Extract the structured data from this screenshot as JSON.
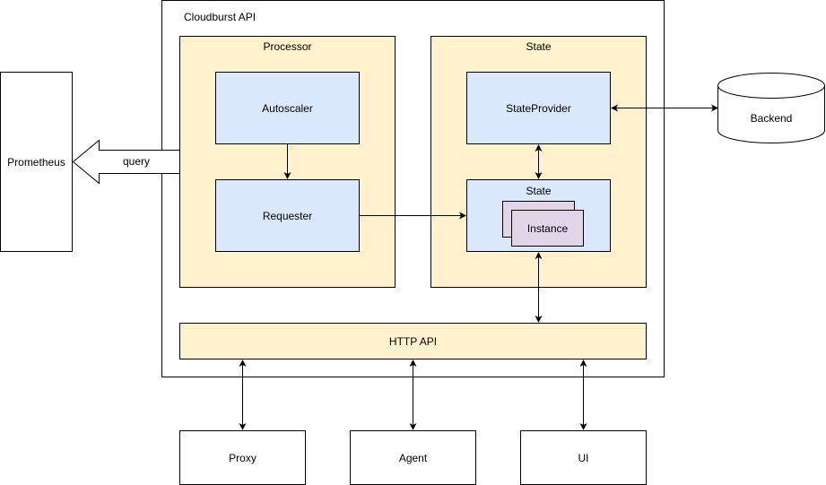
{
  "cloudburst_api": {
    "label": "Cloudburst API"
  },
  "processor": {
    "label": "Processor",
    "autoscaler": "Autoscaler",
    "requester": "Requester"
  },
  "state_group": {
    "label": "State",
    "state_provider": "StateProvider",
    "state_box": {
      "label": "State",
      "instance": "Instance"
    }
  },
  "prometheus": {
    "label": "Prometheus"
  },
  "query_arrow": {
    "label": "query"
  },
  "backend": {
    "label": "Backend"
  },
  "http_api": {
    "label": "HTTP API"
  },
  "clients": {
    "proxy": "Proxy",
    "agent": "Agent",
    "ui": "UI"
  }
}
